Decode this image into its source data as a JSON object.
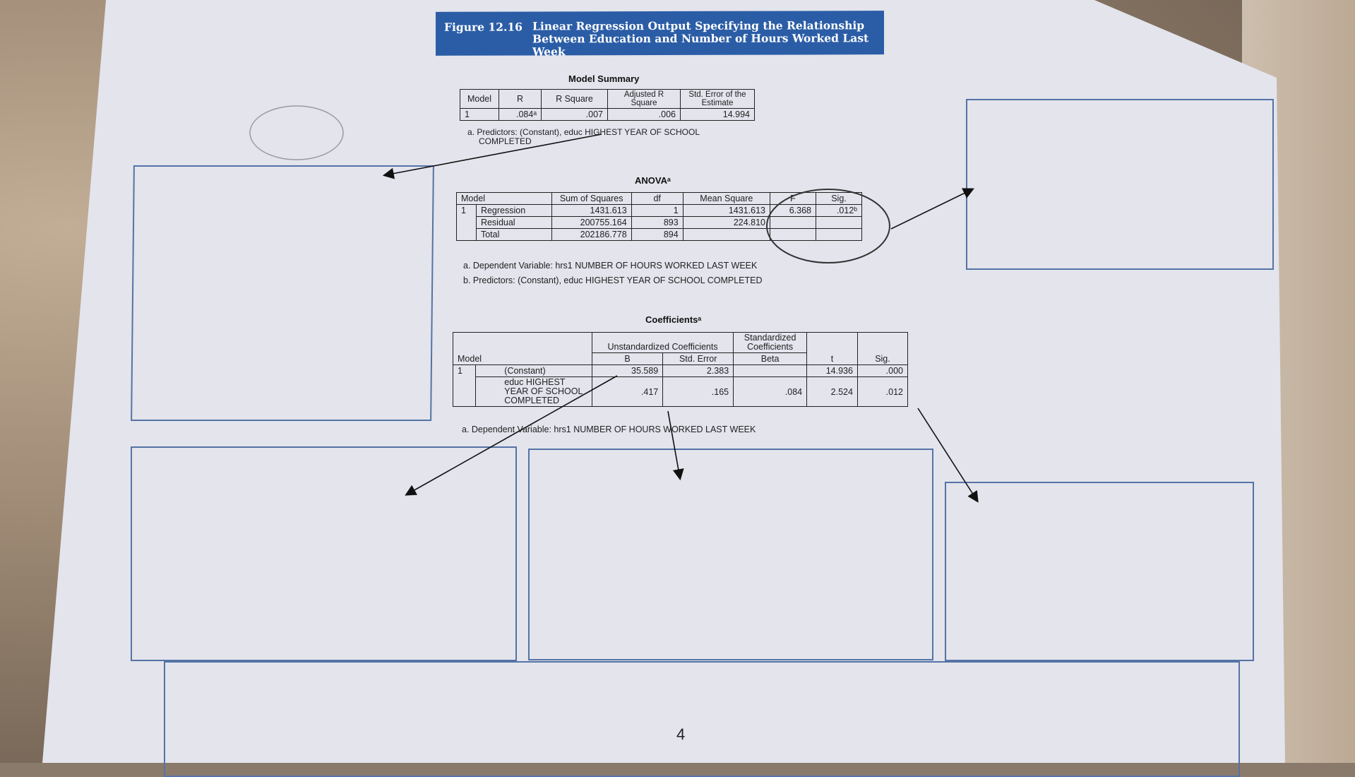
{
  "figure": {
    "number": "Figure 12.16",
    "title_line1": "Linear Regression Output Specifying the Relationship",
    "title_line2": "Between Education and Number of Hours Worked Last Week"
  },
  "model_summary": {
    "caption": "Model Summary",
    "headers": [
      "Model",
      "R",
      "R Square",
      "Adjusted R Square",
      "Std. Error of the Estimate"
    ],
    "row": [
      "1",
      ".084ᵃ",
      ".007",
      ".006",
      "14.994"
    ],
    "note_line1": "a. Predictors: (Constant), educ HIGHEST YEAR OF SCHOOL",
    "note_line2": "COMPLETED"
  },
  "anova": {
    "caption": "ANOVAᵃ",
    "headers": [
      "Model",
      "Sum of Squares",
      "df",
      "Mean Square",
      "F",
      "Sig."
    ],
    "model": "1",
    "rows": [
      {
        "label": "Regression",
        "ss": "1431.613",
        "df": "1",
        "ms": "1431.613",
        "f": "6.368",
        "sig": ".012ᵇ"
      },
      {
        "label": "Residual",
        "ss": "200755.164",
        "df": "893",
        "ms": "224.810",
        "f": "",
        "sig": ""
      },
      {
        "label": "Total",
        "ss": "202186.778",
        "df": "894",
        "ms": "",
        "f": "",
        "sig": ""
      }
    ],
    "note_a": "a. Dependent Variable: hrs1 NUMBER OF HOURS WORKED LAST WEEK",
    "note_b": "b. Predictors: (Constant), educ HIGHEST YEAR OF SCHOOL COMPLETED"
  },
  "coefficients": {
    "caption": "Coefficientsᵃ",
    "group_unstd": "Unstandardized Coefficients",
    "group_std": "Standardized Coefficients",
    "headers": [
      "Model",
      "B",
      "Std. Error",
      "Beta",
      "t",
      "Sig."
    ],
    "model": "1",
    "rows": [
      {
        "label": "(Constant)",
        "b": "35.589",
        "se": "2.383",
        "beta": "",
        "t": "14.936",
        "sig": ".000"
      },
      {
        "label": "educ HIGHEST YEAR OF SCHOOL COMPLETED",
        "b": ".417",
        "se": ".165",
        "beta": ".084",
        "t": "2.524",
        "sig": ".012"
      }
    ],
    "note": "a. Dependent Variable: hrs1 NUMBER OF HOURS WORKED LAST WEEK"
  },
  "page_number": "4"
}
